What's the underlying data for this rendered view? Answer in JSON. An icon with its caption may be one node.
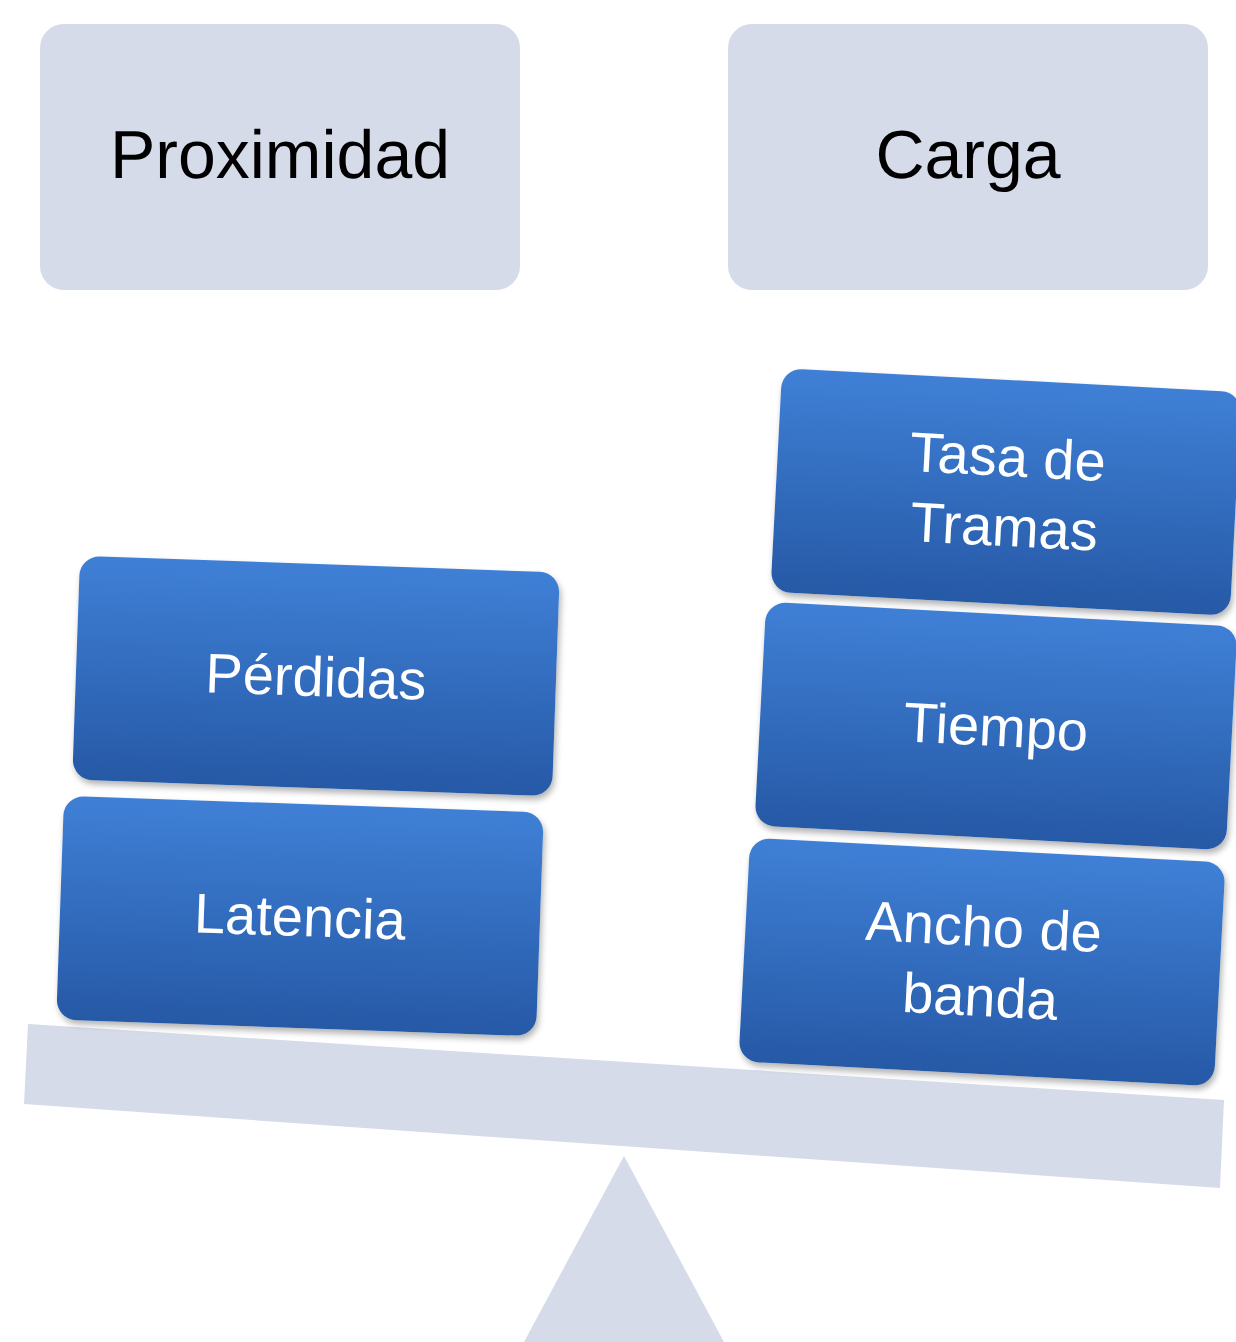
{
  "diagram": {
    "nodes": [
      {
        "text": [
          "Proximidad"
        ]
      },
      {
        "text": [
          "Carga"
        ]
      },
      {
        "text": [
          "Pérdidas"
        ]
      },
      {
        "text": [
          "Latencia"
        ]
      },
      {
        "text": [
          "Tasa de Tramas"
        ]
      },
      {
        "text": [
          "Tiempo"
        ]
      },
      {
        "text": [
          "Ancho de banda"
        ]
      }
    ]
  }
}
